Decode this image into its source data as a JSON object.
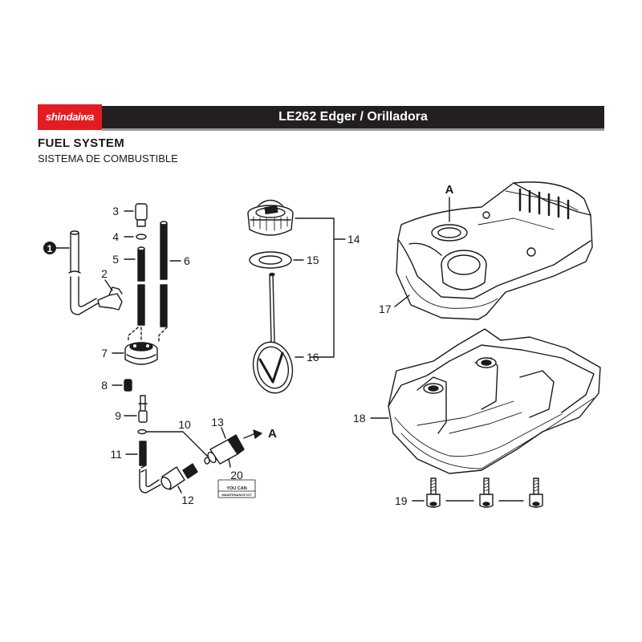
{
  "header": {
    "brand": "shindaiwa",
    "model_title": "LE262 Edger / Orilladora",
    "brand_color": "#e31b23",
    "bar_color": "#231f20"
  },
  "section": {
    "title": "FUEL SYSTEM",
    "subtitle": "SISTEMA DE COMBUSTIBLE"
  },
  "parts": {
    "p1": "1",
    "p2": "2",
    "p3": "3",
    "p4": "4",
    "p5": "5",
    "p6": "6",
    "p7": "7",
    "p8": "8",
    "p9": "9",
    "p10": "10",
    "p11": "11",
    "p12": "12",
    "p13": "13",
    "p14": "14",
    "p15": "15",
    "p16": "16",
    "p17": "17",
    "p18": "18",
    "p19": "19",
    "p20": "20"
  },
  "references": {
    "a1": "A",
    "a2": "A"
  },
  "kit": {
    "line1": "YOU CAN",
    "line2": "MAINTENANCE KIT"
  }
}
